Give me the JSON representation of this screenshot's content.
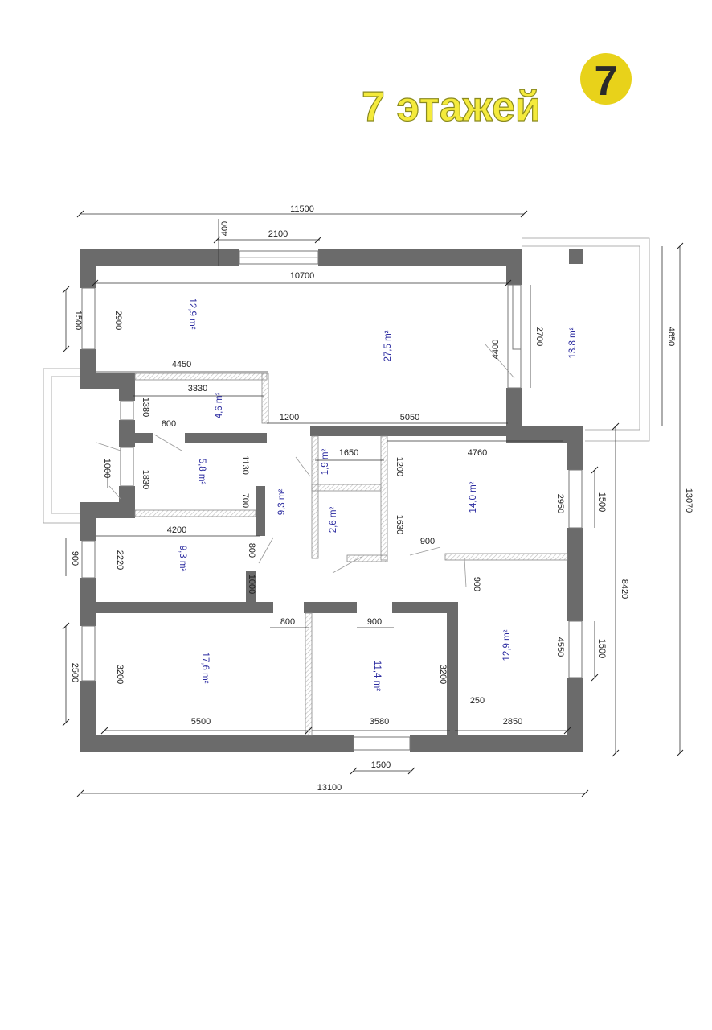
{
  "brand": {
    "text": "7 этажей",
    "logo_digit": "7",
    "accent": "#f2e52a",
    "logo_color": "#e8d21a"
  },
  "colors": {
    "wall": "#6b6b6b",
    "area_text": "#2c2ca0",
    "dim_text": "#222222"
  },
  "dimensions": {
    "top_overall": "11500",
    "top_400": "400",
    "top_window": "2100",
    "inner_top": "10700",
    "left_1500": "1500",
    "left_2900": "2900",
    "right_2700": "2700",
    "right_4400": "4400",
    "right_4650": "4650",
    "d_4450": "4450",
    "d_3330": "3330",
    "d_1380": "1380",
    "d_800a": "800",
    "d_1200a": "1200",
    "d_5050": "5050",
    "d_1650": "1650",
    "d_1200b": "1200",
    "d_4760": "4760",
    "d_1000": "1000",
    "d_1830": "1830",
    "d_1130": "1130",
    "d_700": "700",
    "d_2950": "2950",
    "d_1500r1": "1500",
    "d_13070": "13070",
    "d_1630": "1630",
    "d_900a": "900",
    "d_4200": "4200",
    "d_900l": "900",
    "d_2220": "2220",
    "d_800b": "800",
    "d_1000b": "1000",
    "d_900b": "900",
    "d_8420": "8420",
    "d_800c": "800",
    "d_900c": "900",
    "d_4550": "4550",
    "d_1500r2": "1500",
    "d_2500": "2500",
    "d_3200a": "3200",
    "d_3200b": "3200",
    "d_250": "250",
    "d_5500": "5500",
    "d_3580": "3580",
    "d_2850": "2850",
    "d_1500b": "1500",
    "bottom_overall": "13100"
  },
  "rooms": {
    "r_12_9_top": "12,9 m²",
    "r_27_5": "27,5 m²",
    "r_13_8": "13.8 m²",
    "r_4_6": "4,6 m²",
    "r_5_8": "5,8 m²",
    "r_1_9": "1,9 m²",
    "r_9_3_hall": "9,3 m²",
    "r_2_6": "2,6 m²",
    "r_14_0": "14,0 m²",
    "r_9_3_left": "9,3 m²",
    "r_17_6": "17,6 m²",
    "r_11_4": "11,4 m²",
    "r_12_9_right": "12,9 m²"
  }
}
